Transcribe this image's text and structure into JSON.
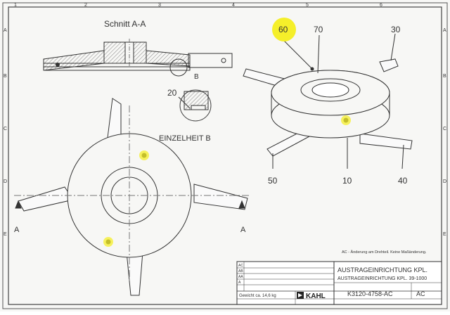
{
  "views": {
    "section_title": "Schnitt A-A",
    "detail_title": "EINZELHEIT B",
    "section_marker": "A",
    "detail_marker": "B"
  },
  "balloons": {
    "b60": "60",
    "b70": "70",
    "b30": "30",
    "b20": "20",
    "b50": "50",
    "b10": "10",
    "b40": "40"
  },
  "frame": {
    "columns": [
      "1",
      "2",
      "3",
      "4",
      "5",
      "6"
    ],
    "rows": [
      "A",
      "B",
      "C",
      "D",
      "E"
    ]
  },
  "revision_note": "AC - Änderung am Drehteil. Keine Maßänderung.",
  "title_block": {
    "title_line1": "AUSTRAGEINRICHTUNG KPL.",
    "title_line2": "AUSTRAGEINRICHTUNG KPL. 39-1000",
    "drawing_number": "K3120-4758-AC",
    "revision": "AC",
    "company": "KAHL",
    "weight": "Gewicht ca. 14,6 kg",
    "revision_letters": [
      "AC",
      "AB",
      "AA",
      "A"
    ]
  },
  "highlight_color": "#f5ef2a"
}
